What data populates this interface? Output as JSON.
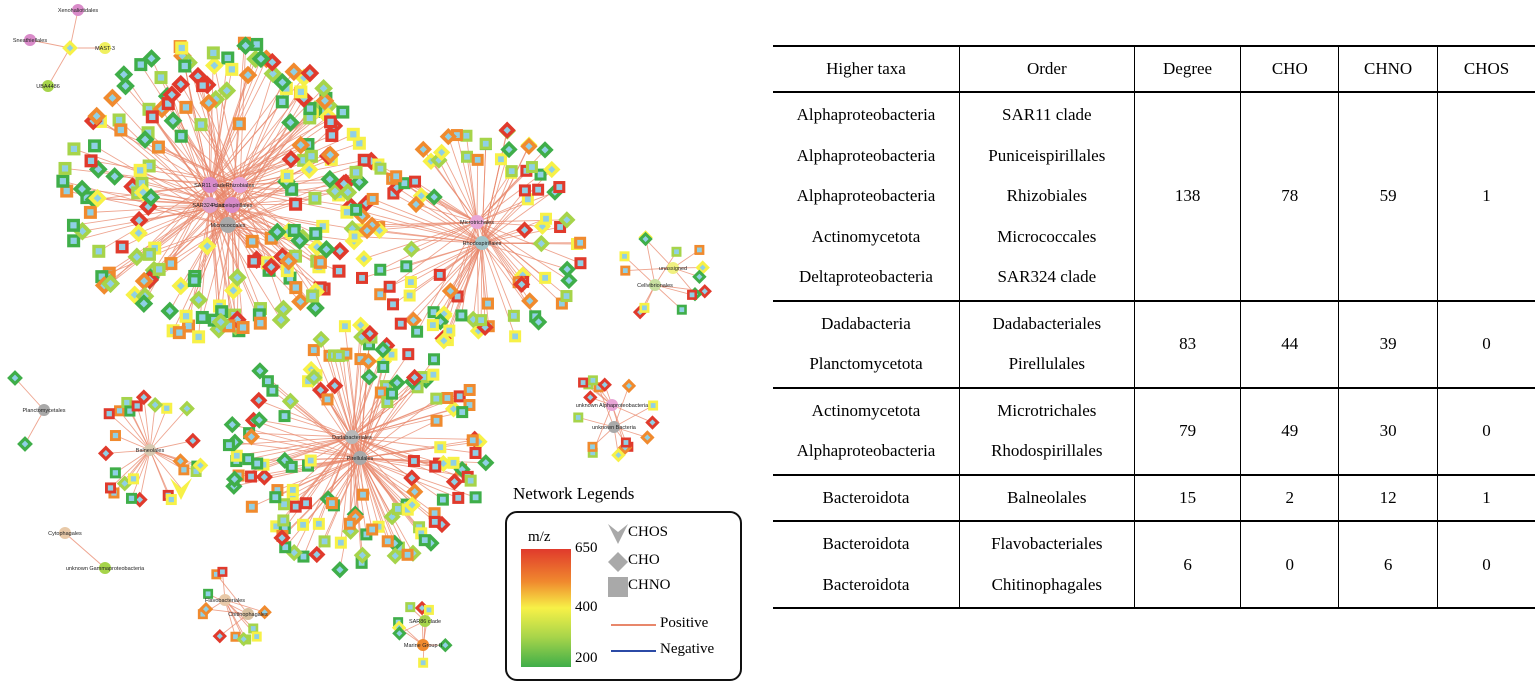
{
  "network": {
    "clusters": [
      {
        "hub_labels": [
          "SAR11 clade",
          "Rhizobiales",
          "SAR324 clade",
          "Puniceispirillales",
          "Micrococcales"
        ]
      },
      {
        "hub_labels": [
          "Dadabacteriales",
          "Pirellulales"
        ]
      },
      {
        "hub_labels": [
          "Microtrichales",
          "Rhodospirillales"
        ]
      },
      {
        "hub_labels": [
          "Balneolales"
        ]
      },
      {
        "hub_labels": [
          "Flavobacteriales",
          "Chitinophagales"
        ]
      },
      {
        "hub_labels": [
          "unknown Alphaproteobacteria",
          "unknown Bacteria"
        ]
      },
      {
        "hub_labels": [
          "unassigned",
          "Cellvibrionales"
        ]
      },
      {
        "hub_labels": [
          "SAR86 clade",
          "Marine Group II"
        ]
      },
      {
        "hub_labels": [
          "Xenohaliotidales",
          "Sneathiellales",
          "MAST-3",
          "UBA4486"
        ]
      },
      {
        "hub_labels": [
          "Planctomycetales"
        ]
      },
      {
        "hub_labels": [
          "Cytophagales",
          "unknown Gammaproteobacteria"
        ]
      }
    ],
    "colors": {
      "edge_positive": "#e8876b",
      "edge_negative": "#2b4aa6",
      "chno_inner": "#8fd0e6",
      "mz_scale": [
        "#3fae49",
        "#a6d44a",
        "#f7f147",
        "#f08a2e",
        "#e03a2c"
      ]
    }
  },
  "legend": {
    "title": "Network Legends",
    "mz_label": "m/z",
    "mz_ticks": [
      "650",
      "400",
      "200"
    ],
    "shapes": [
      {
        "icon": "chevron-arrow-icon",
        "label": "CHOS"
      },
      {
        "icon": "diamond-icon",
        "label": "CHO"
      },
      {
        "icon": "square-icon",
        "label": "CHNO"
      }
    ],
    "lines": [
      {
        "label": "Positive",
        "color": "#e8876b"
      },
      {
        "label": "Negative",
        "color": "#2b4aa6"
      }
    ]
  },
  "table": {
    "headers": [
      "Higher taxa",
      "Order",
      "Degree",
      "CHO",
      "CHNO",
      "CHOS"
    ],
    "groups": [
      {
        "taxa": [
          "Alphaproteobacteria",
          "Alphaproteobacteria",
          "Alphaproteobacteria",
          "Actinomycetota",
          "Deltaproteobacteria"
        ],
        "orders": [
          "SAR11 clade",
          "Puniceispirillales",
          "Rhizobiales",
          "Micrococcales",
          "SAR324 clade"
        ],
        "degree": "138",
        "cho": "78",
        "chno": "59",
        "chos": "1"
      },
      {
        "taxa": [
          "Dadabacteria",
          "Planctomycetota"
        ],
        "orders": [
          "Dadabacteriales",
          "Pirellulales"
        ],
        "degree": "83",
        "cho": "44",
        "chno": "39",
        "chos": "0"
      },
      {
        "taxa": [
          "Actinomycetota",
          "Alphaproteobacteria"
        ],
        "orders": [
          "Microtrichales",
          "Rhodospirillales"
        ],
        "degree": "79",
        "cho": "49",
        "chno": "30",
        "chos": "0"
      },
      {
        "taxa": [
          "Bacteroidota"
        ],
        "orders": [
          "Balneolales"
        ],
        "degree": "15",
        "cho": "2",
        "chno": "12",
        "chos": "1"
      },
      {
        "taxa": [
          "Bacteroidota",
          "Bacteroidota"
        ],
        "orders": [
          "Flavobacteriales",
          "Chitinophagales"
        ],
        "degree": "6",
        "cho": "0",
        "chno": "6",
        "chos": "0"
      }
    ]
  }
}
